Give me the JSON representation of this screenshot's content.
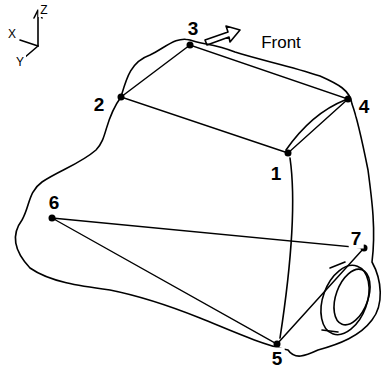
{
  "diagram": {
    "labels": [
      "Z",
      "X",
      "Y",
      "3",
      "Front",
      "2",
      "4",
      "1",
      "6",
      "7",
      "5"
    ]
  }
}
